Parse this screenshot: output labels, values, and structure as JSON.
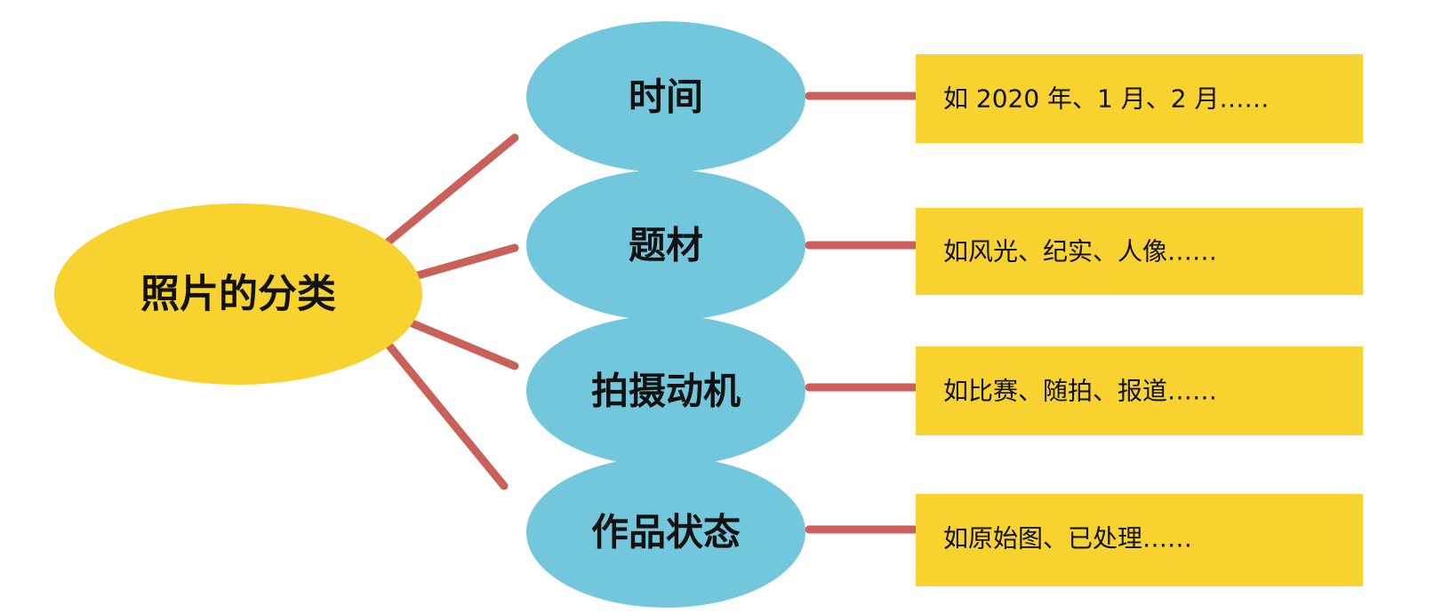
{
  "root": {
    "label": "照片的分类"
  },
  "categories": [
    {
      "label": "时间",
      "example": "如 2020 年、1 月、2 月……"
    },
    {
      "label": "题材",
      "example": "如风光、纪实、人像……"
    },
    {
      "label": "拍摄动机",
      "example": "如比赛、随拍、报道……"
    },
    {
      "label": "作品状态",
      "example": "如原始图、已处理……"
    }
  ],
  "colors": {
    "root_fill": "#f8d22f",
    "category_fill": "#72c7dc",
    "example_fill": "#f8d22f",
    "connector": "#c9615a",
    "text": "#111111"
  }
}
